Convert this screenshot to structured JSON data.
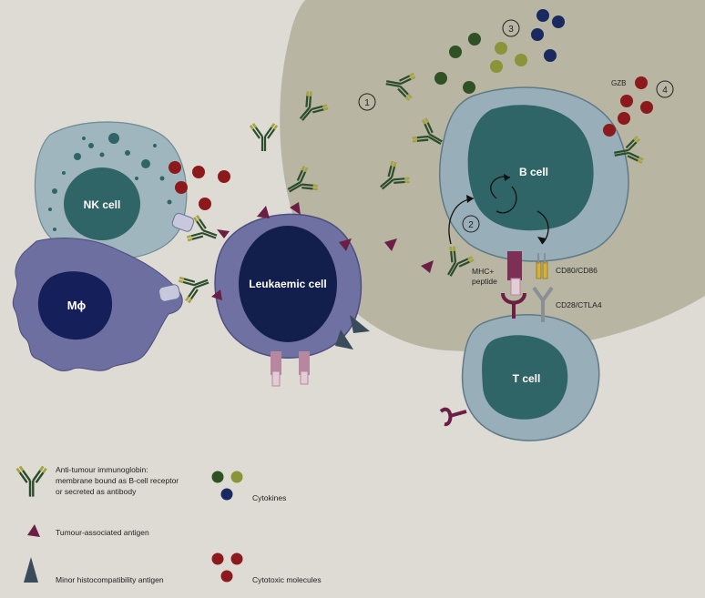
{
  "cells": {
    "nk_cell": "NK cell",
    "macrophage": "Mϕ",
    "leukaemic_cell": "Leukaemic cell",
    "b_cell": "B cell",
    "t_cell": "T cell"
  },
  "steps": [
    "1",
    "2",
    "3",
    "4"
  ],
  "labels": {
    "gzb": "GZB",
    "mhc_line1": "MHC+",
    "mhc_line2": "peptide",
    "cd80_cd86": "CD80/CD86",
    "cd28_ctla4": "CD28/CTLA4"
  },
  "legend": {
    "immunoglobulin_line1": "Anti-tumour immunoglobin:",
    "immunoglobulin_line2": "membrane bound as B-cell receptor",
    "immunoglobulin_line3": "or secreted as antibody",
    "tumour_antigen": "Tumour-associated antigen",
    "minor_antigen": "Minor histocompatibility antigen",
    "cytokines": "Cytokines",
    "cytotoxic": "Cytotoxic molecules"
  },
  "colors": {
    "background": "#dedbd4",
    "lymph_region": "#b8b5a2",
    "b_cell_membrane": "#98aeb8",
    "nucleus": "#2f6567",
    "nk_cytoplasm": "#a0b6be",
    "macrophage": "#6c6f9f",
    "macrophage_nucleus": "#15205a",
    "leukaemic_membrane": "#6f71a3",
    "leukaemic_nucleus": "#121f4d",
    "antibody_dark": "#2b4d2a",
    "antibody_light": "#a8a63a",
    "tumour_antigen": "#6b1f45",
    "minor_antigen": "#3a4b5b",
    "cytokine_green_dark": "#2f5124",
    "cytokine_green_light": "#8a9438",
    "cytokine_blue": "#1a2a60",
    "cytotoxic": "#8c1a1c",
    "mhc": "#7d2f56",
    "cd80": "#d4b23a",
    "receptor_pink": "#b7879f"
  }
}
